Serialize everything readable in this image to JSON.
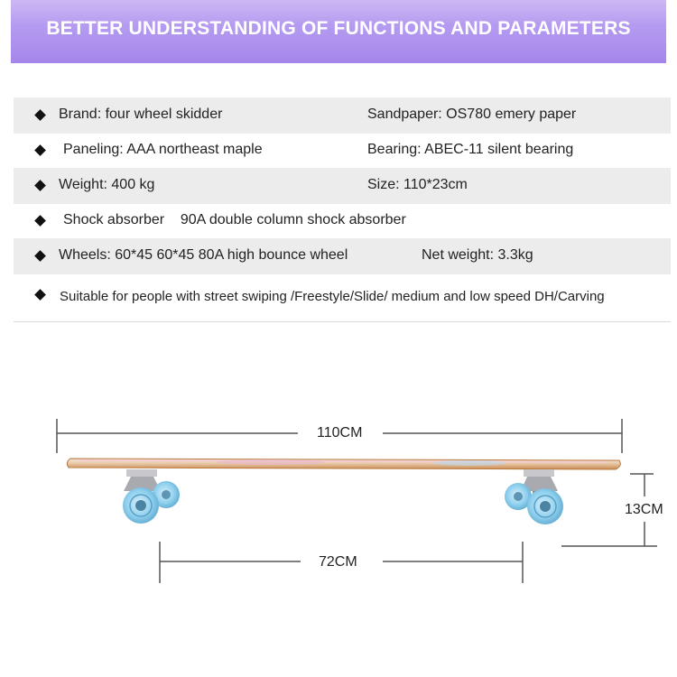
{
  "header": {
    "title": "BETTER UNDERSTANDING OF FUNCTIONS AND PARAMETERS"
  },
  "specs": {
    "brand": "Brand: four wheel skidder",
    "sandpaper": "Sandpaper: OS780 emery paper",
    "paneling": "Paneling: AAA northeast maple",
    "bearing": "Bearing: ABEC-11 silent bearing",
    "weight": "Weight: 400 kg",
    "size": "Size: 110*23cm",
    "shock_absorber": "Shock absorber    90A double column shock absorber",
    "wheels": "Wheels: 60*45 60*45 80A high bounce wheel",
    "net_weight": "Net weight: 3.3kg",
    "suitable": "Suitable for people with street swiping /Freestyle/Slide/ medium and low speed DH/Carving"
  },
  "dimensions": {
    "length": "110CM",
    "height": "13CM",
    "wheelbase": "72CM"
  },
  "colors": {
    "banner_top": "#cdb8f5",
    "banner_bottom": "#a486ea",
    "row_shade": "#ececec",
    "wheel": "#8ccbe8",
    "deck_wood": "#d9a06a"
  }
}
